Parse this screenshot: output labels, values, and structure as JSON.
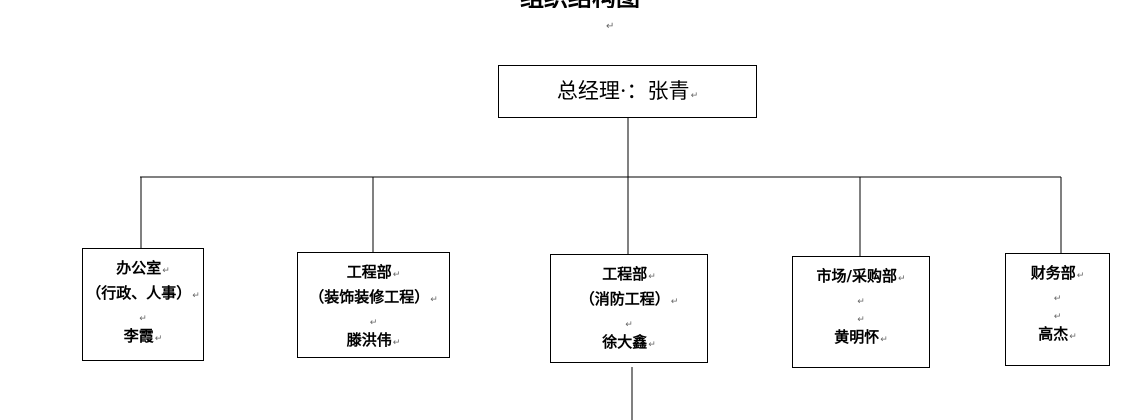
{
  "diagram": {
    "title": "组织结构图",
    "paragraph_mark": "↵",
    "ceo": {
      "text": "总经理·：张青"
    },
    "departments": [
      {
        "name": "办公室",
        "sub": "（行政、人事）",
        "person": "李霞"
      },
      {
        "name": "工程部",
        "sub": "（装饰装修工程）",
        "person": "滕洪伟"
      },
      {
        "name": "工程部",
        "sub": "（消防工程）",
        "person": "徐大鑫"
      },
      {
        "name": "市场/采购部",
        "sub": "",
        "person": "黄明怀"
      },
      {
        "name": "财务部",
        "sub": "",
        "person": "高杰"
      }
    ]
  }
}
